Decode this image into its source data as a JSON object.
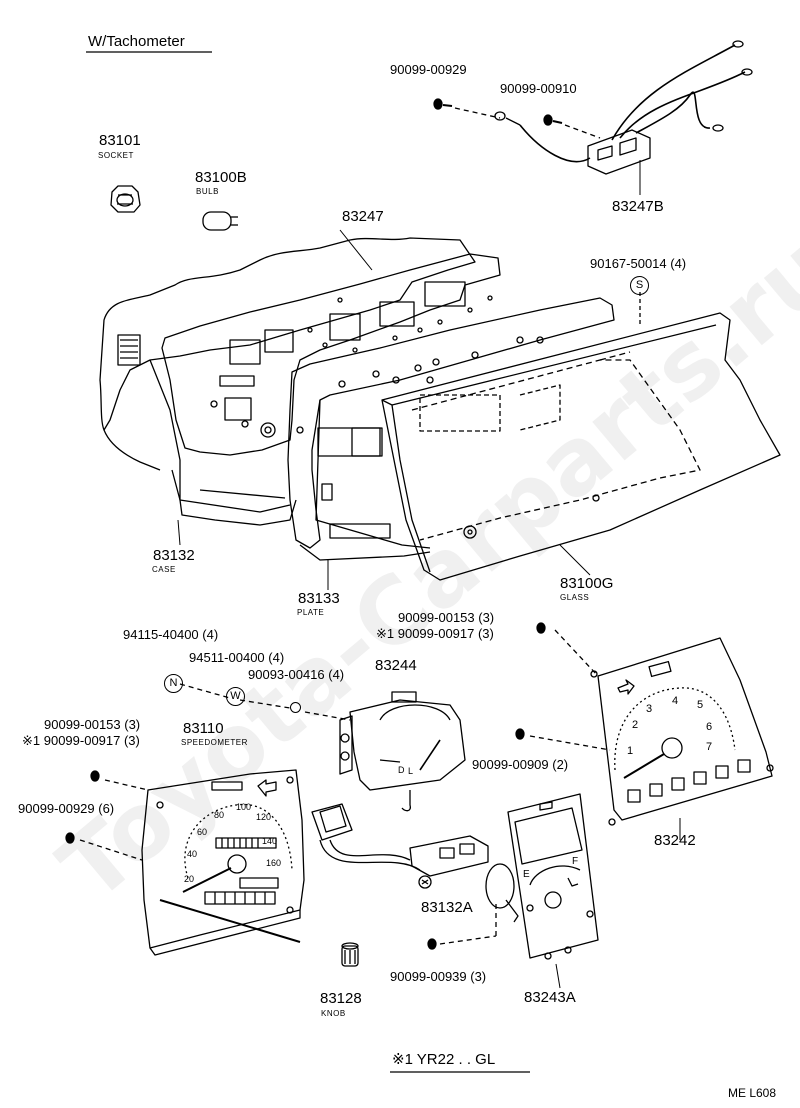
{
  "header": {
    "variant": "W/Tachometer"
  },
  "parts": {
    "p83101": {
      "number": "83101",
      "name": "SOCKET"
    },
    "p83100B": {
      "number": "83100B",
      "name": "BULB"
    },
    "p83247": {
      "number": "83247"
    },
    "p83247B": {
      "number": "83247B"
    },
    "p83132": {
      "number": "83132",
      "name": "CASE"
    },
    "p83133": {
      "number": "83133",
      "name": "PLATE"
    },
    "p83100G": {
      "number": "83100G",
      "name": "GLASS"
    },
    "p83244": {
      "number": "83244"
    },
    "p83110": {
      "number": "83110",
      "name": "SPEEDOMETER"
    },
    "p83242": {
      "number": "83242"
    },
    "p83132A": {
      "number": "83132A"
    },
    "p83128": {
      "number": "83128",
      "name": "KNOB"
    },
    "p83243A": {
      "number": "83243A"
    }
  },
  "fasteners": {
    "f1": "90099-00929",
    "f2": "90099-00910",
    "f3": "90167-50014 (4)",
    "f4": "90099-00153 (3)",
    "f5": "※1 90099-00917 (3)",
    "f6": "94115-40400 (4)",
    "f7": "94511-00400 (4)",
    "f8": "90093-00416 (4)",
    "f9": "90099-00153 (3)",
    "f10": "※1 90099-00917 (3)",
    "f11": "90099-00909 (2)",
    "f12": "90099-00929 (6)",
    "f13": "90099-00939 (3)"
  },
  "symbols": {
    "s": "S",
    "n": "N",
    "w": "W"
  },
  "speedo_scale": [
    "20",
    "40",
    "60",
    "80",
    "100",
    "120",
    "140",
    "160"
  ],
  "tach_scale": [
    "1",
    "2",
    "3",
    "4",
    "5",
    "6",
    "7"
  ],
  "gauge_marks": {
    "empty": "E",
    "full": "F",
    "door": "D",
    "lamp": "L"
  },
  "footer": {
    "note": "※1  YR22 . . GL",
    "code": "ME L608"
  },
  "watermark": "Toyota-Carparts.ru"
}
